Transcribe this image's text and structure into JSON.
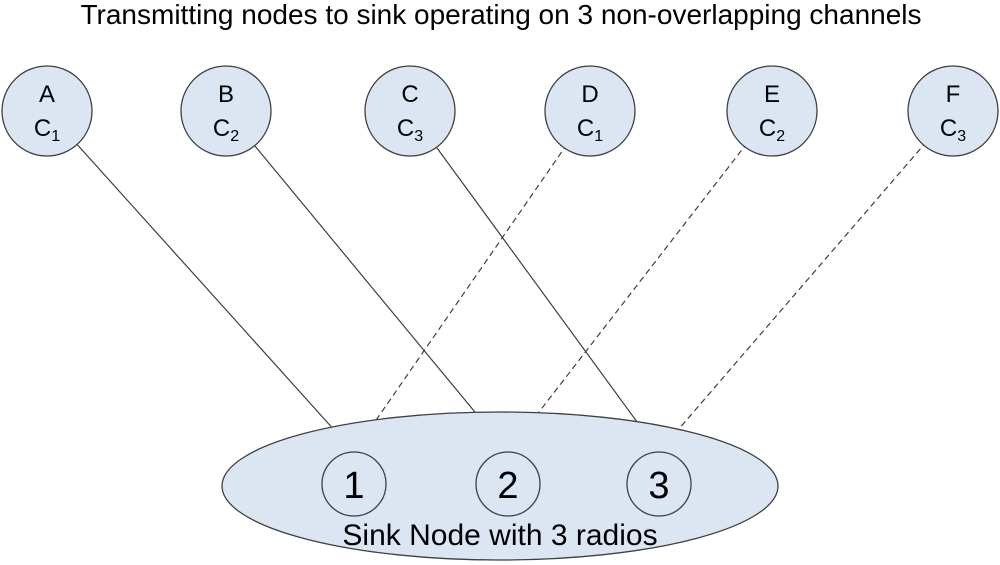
{
  "title": "Transmitting nodes to sink operating on 3 non-overlapping channels",
  "colors": {
    "background": "#ffffff",
    "node_fill": "#dce6f2",
    "node_stroke": "#404040",
    "edge": "#3f3f3f",
    "text": "#000000"
  },
  "nodes": [
    {
      "id": "A",
      "channel": "C",
      "channel_sub": "1"
    },
    {
      "id": "B",
      "channel": "C",
      "channel_sub": "2"
    },
    {
      "id": "C",
      "channel": "C",
      "channel_sub": "3"
    },
    {
      "id": "D",
      "channel": "C",
      "channel_sub": "1"
    },
    {
      "id": "E",
      "channel": "C",
      "channel_sub": "2"
    },
    {
      "id": "F",
      "channel": "C",
      "channel_sub": "3"
    }
  ],
  "sink": {
    "label": "Sink Node with 3 radios",
    "radios": [
      {
        "id": "1"
      },
      {
        "id": "2"
      },
      {
        "id": "3"
      }
    ]
  },
  "edges": [
    {
      "from": "A",
      "to": "1",
      "style": "solid"
    },
    {
      "from": "B",
      "to": "2",
      "style": "solid"
    },
    {
      "from": "C",
      "to": "3",
      "style": "solid"
    },
    {
      "from": "D",
      "to": "1",
      "style": "dashed"
    },
    {
      "from": "E",
      "to": "2",
      "style": "dashed"
    },
    {
      "from": "F",
      "to": "3",
      "style": "dashed"
    }
  ]
}
